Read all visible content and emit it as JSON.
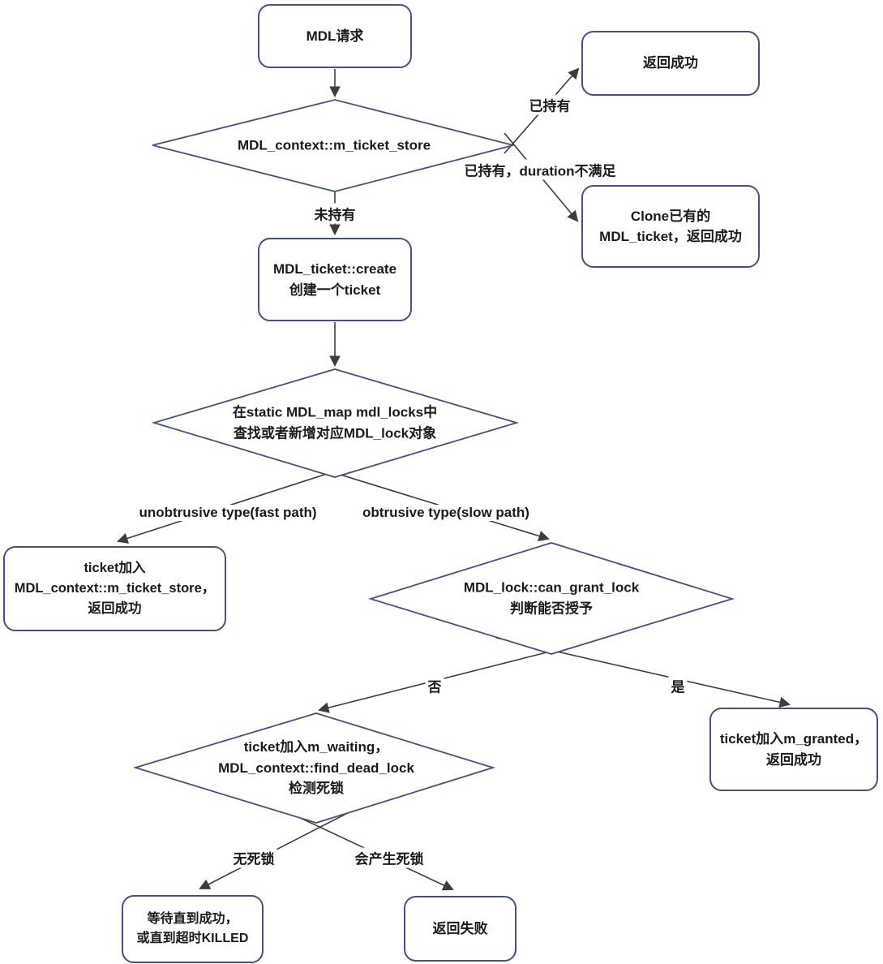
{
  "diagram": {
    "colors": {
      "node_border": "#47517b",
      "edge_line": "#3d3d3d",
      "text": "#1b1b1b",
      "background": "#ffffff"
    },
    "nodes": {
      "mdl_request": "MDL请求",
      "return_success": "返回成功",
      "clone_ticket": "Clone已有的\nMDL_ticket，返回成功",
      "ticket_create": "MDL_ticket::create\n创建一个ticket",
      "add_ticket_store": "ticket加入\nMDL_context::m_ticket_store，\n返回成功",
      "add_granted": "ticket加入m_granted，\n返回成功",
      "wait_until": "等待直到成功，\n或直到超时KILLED",
      "return_fail": "返回失败"
    },
    "decisions": {
      "ticket_store_check": "MDL_context::m_ticket_store",
      "mdl_map_lookup": "在static MDL_map mdl_locks中\n查找或者新增对应MDL_lock对象",
      "can_grant_lock": "MDL_lock::can_grant_lock\n判断能否授予",
      "deadlock_check": "ticket加入m_waiting，\nMDL_context::find_dead_lock\n检测死锁"
    },
    "edge_labels": {
      "held": "已持有",
      "held_duration": "已持有，duration不满足",
      "not_held": "未持有",
      "fast_path": "unobtrusive type(fast path)",
      "slow_path": "obtrusive type(slow path)",
      "no": "否",
      "yes": "是",
      "no_deadlock": "无死锁",
      "deadlock": "会产生死锁"
    }
  }
}
